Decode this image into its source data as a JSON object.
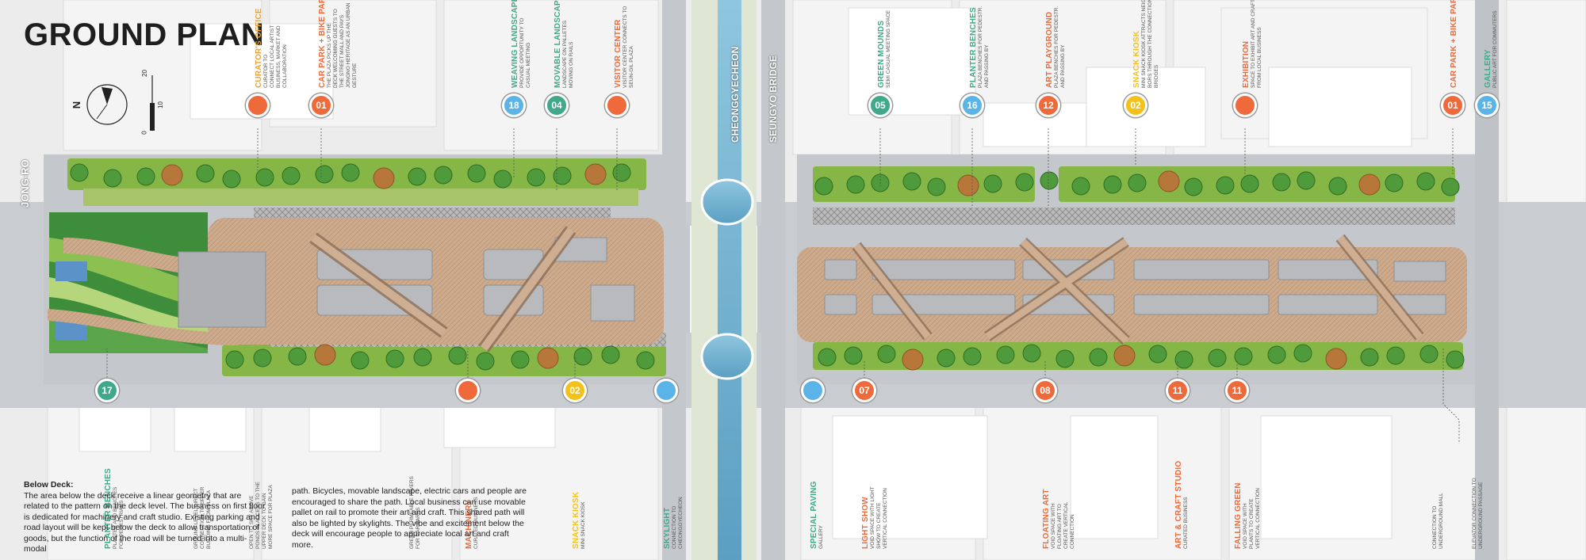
{
  "title": "GROUND PLAN",
  "north_label": "N",
  "scale_labels": [
    "0",
    "10",
    "20"
  ],
  "street_labels": {
    "left": "JONG-RO",
    "stream": "CHEONGGYECHEON",
    "bridge": "SEUNGYO BRIDGE"
  },
  "below_deck_note": {
    "heading": "Below Deck:",
    "col1": "The area below the deck receive a linear geometry that are related to the pattern on the deck level. The business on first floor is dedicated for machinery and craft studio. Existing parking and road layout will be kept below the deck to allow transportation of goods, but the function of the road will be turned into a multi-modal",
    "col2": "path. Bicycles, movable landscape, electric cars and people are encouraged to share the path. Local business can use movable pallet on rail to promote their art and craft. This shared path will also be lighted by skylights. The vibe and excitement below the deck will encourage people to appreciate local art and craft more."
  },
  "colors": {
    "orange": "#ee6a3b",
    "blue": "#5bb4e8",
    "teal": "#3fa98a",
    "yellow": "#f2c21b",
    "deck": "#c9a78a",
    "green": "#6fa83b",
    "road": "#c4c8cc"
  },
  "markers_top": [
    {
      "num": "",
      "color": "#ee6a3b",
      "title": "CURATOR'S OFFICE",
      "title_color": "#e8a33a",
      "desc": [
        "CURATOR TO",
        "CONNECT LOCAL ARTIST",
        "BUSINESS, MARKET AND",
        "COLLABORATION"
      ]
    },
    {
      "num": "01",
      "color": "#ee6a3b",
      "title": "CAR PARK + BIKE PARK",
      "title_color": "#ee6a3b",
      "desc": [
        "THE PLAZA PICKS UP THE",
        "DECK WELCOMING GUESTS TO",
        "THE STREET MALL AND PAYS",
        "JONGNO HERITAGE AS AN URBAN",
        "GESTURE"
      ]
    },
    {
      "num": "18",
      "color": "#5bb4e8",
      "title": "WEAVING LANDSCAPE",
      "title_color": "#3fa98a",
      "desc": [
        "PROVIDE OPPORTUNITY TO",
        "CASUAL MEETING"
      ]
    },
    {
      "num": "04",
      "color": "#3fa98a",
      "title": "MOVABLE LANDSCAPE",
      "title_color": "#3fa98a",
      "desc": [
        "LANDSCAPE ON PALLETES",
        "MOVING ON RAILS"
      ]
    },
    {
      "num": "",
      "color": "#ee6a3b",
      "title": "VISITOR CENTER",
      "title_color": "#ee6a3b",
      "desc": [
        "VISITOR CENTER CONNECTS TO",
        "SEUN-GIL PLAZA"
      ]
    },
    {
      "num": "05",
      "color": "#3fa98a",
      "title": "GREEN MOUNDS",
      "title_color": "#3fa98a",
      "desc": [
        "SEMI CASUAL MEETING SPACE"
      ]
    },
    {
      "num": "16",
      "color": "#5bb4e8",
      "title": "PLANTER BENCHES",
      "title_color": "#3fa98a",
      "desc": [
        "PLAZA BENCHES FOR PEDESTR.",
        "AND PASSING BY"
      ]
    },
    {
      "num": "12",
      "color": "#ee6a3b",
      "title": "ART PLAYGROUND",
      "title_color": "#ee6a3b",
      "desc": [
        "PLAZA BENCHES FOR PEDESTR.",
        "AND PASSING BY"
      ]
    },
    {
      "num": "02",
      "color": "#f2c21b",
      "title": "SNACK KIOSK",
      "title_color": "#f2c21b",
      "desc": [
        "MINI SNACK KIOSK ATTRACTS NEIGH-",
        "BORS THROUGH THE CONNECTION",
        "BRIDGES"
      ]
    },
    {
      "num": "",
      "color": "#ee6a3b",
      "title": "EXHIBITION",
      "title_color": "#ee6a3b",
      "desc": [
        "SPACE TO EXHIBIT ART AND CRAFT",
        "FROM LOCAL BUSINESS"
      ]
    },
    {
      "num": "01",
      "color": "#ee6a3b",
      "title": "CAR PARK + BIKE PARK",
      "title_color": "#ee6a3b",
      "desc": []
    },
    {
      "num": "15",
      "color": "#5bb4e8",
      "title": "GALLERY",
      "title_color": "#3fa98a",
      "desc": [
        "PUBLIC ART FOR COMMUTERS"
      ]
    }
  ],
  "markers_bottom": [
    {
      "num": "17",
      "color": "#3fa98a",
      "title": "PLANTER BENCHES",
      "title_color": "#3fa98a",
      "desc": [
        "PLANTER AND BENCHES",
        "FOR PEDESTRIANS"
      ]
    },
    {
      "num": "",
      "color": "#ffffff",
      "title": "",
      "title_color": "#333333",
      "desc": [
        "GROUND LEVEL DIRECT",
        "CONNECTION TO UPPER",
        "BUILDING FROM PLAZA"
      ]
    },
    {
      "num": "",
      "color": "#ffffff",
      "title": "",
      "title_color": "#333333",
      "desc": [
        "OPEN TO SKY ABOVE",
        "PONDS IN ACCESS TO THE",
        "UPPER DECK TO GAIN",
        "MORE SPACE FOR PLAZA"
      ]
    },
    {
      "num": "",
      "color": "#ffffff",
      "title": "",
      "title_color": "#333333",
      "desc": [
        "GREEN PERMEABLE PAVERS",
        "FOR CAR PARKS"
      ]
    },
    {
      "num": "",
      "color": "#ee6a3b",
      "title": "MACHINERY",
      "title_color": "#ee6a3b",
      "desc": [
        "CURATED BUSINESS"
      ]
    },
    {
      "num": "02",
      "color": "#f2c21b",
      "title": "SNACK KIOSK",
      "title_color": "#f2c21b",
      "desc": [
        "MINI SNACK KIOSK"
      ]
    },
    {
      "num": "",
      "color": "#5bb4e8",
      "title": "SKYLIGHT",
      "title_color": "#3fa98a",
      "desc": [
        "CONNECTION TO",
        "CHEONGGYECHEON"
      ]
    },
    {
      "num": "",
      "color": "#5bb4e8",
      "title": "SPECIAL PAVING",
      "title_color": "#3fa98a",
      "desc": [
        "GALLERY"
      ]
    },
    {
      "num": "07",
      "color": "#ee6a3b",
      "title": "LIGHT SHOW",
      "title_color": "#ee6a3b",
      "desc": [
        "VOID SPACE WITH LIGHT",
        "SHOW TO CREATE",
        "VERTICAL CONNECTION"
      ]
    },
    {
      "num": "08",
      "color": "#ee6a3b",
      "title": "FLOATING ART",
      "title_color": "#ee6a3b",
      "desc": [
        "VOID SPACE WITH",
        "FLOATING ART TO",
        "CREATE VERTICAL",
        "CONNECTION"
      ]
    },
    {
      "num": "11",
      "color": "#ee6a3b",
      "title": "ART & CRAFT STUDIO",
      "title_color": "#ee6a3b",
      "desc": [
        "CURATED BUSINESS"
      ]
    },
    {
      "num": "11",
      "color": "#ee6a3b",
      "title": "FALLING GREEN",
      "title_color": "#ee6a3b",
      "desc": [
        "VOID SPACE WITH",
        "PLANTS TO CREATE",
        "VERTICAL CONNECTION"
      ]
    },
    {
      "num": "",
      "color": "#ffffff",
      "title": "",
      "title_color": "#333333",
      "desc": [
        "CONNECTION TO",
        "UNDERGROUND MALL"
      ]
    },
    {
      "num": "",
      "color": "#ffffff",
      "title": "",
      "title_color": "#333333",
      "desc": [
        "ELEVATOR CONNECTION TO",
        "UNDERGROUND PASSAGE"
      ]
    }
  ]
}
